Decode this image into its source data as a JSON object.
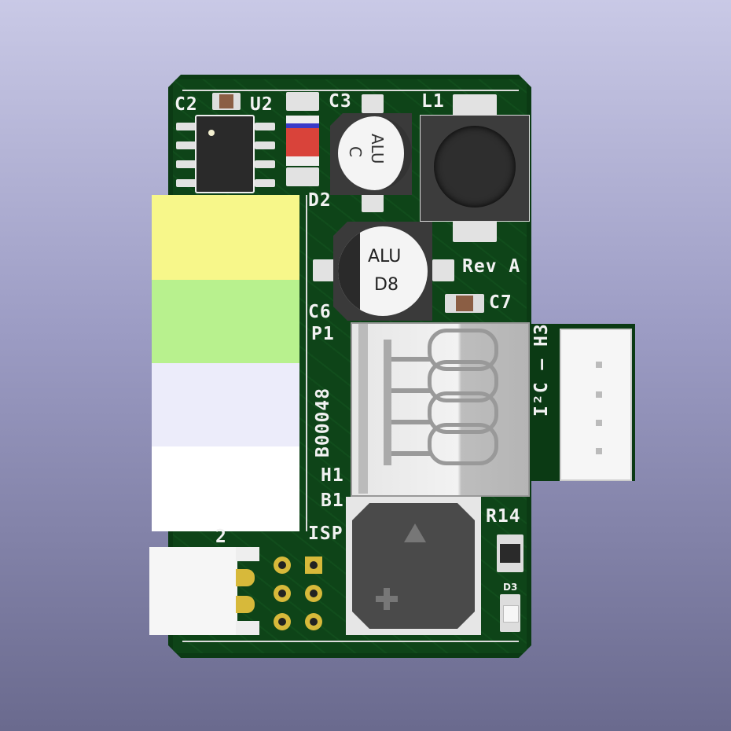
{
  "board": {
    "colors": {
      "solder_mask": "#0b3a14",
      "silkscreen": "#f2f2f2",
      "pad": "#e2e2e2",
      "gold": "#d7b93a",
      "terminal_yellow": "#f7f78a",
      "terminal_green": "#b8f18e",
      "terminal_lavender": "#ececfa",
      "terminal_white": "#ffffff"
    },
    "labels": {
      "c2": "C2",
      "u2": "U2",
      "c3": "C3",
      "l1": "L1",
      "d2": "D2",
      "c6": "C6",
      "p1": "P1",
      "c7": "C7",
      "rev": "Rev A",
      "h3": "I²C — H3",
      "b00048": "B00048",
      "h1": "H1",
      "b1": "B1",
      "r14": "R14",
      "isp": "ISP",
      "d3": "D3",
      "two": "2",
      "alu_c3": "ALU",
      "c_c3": "C",
      "alu_d8": "ALU",
      "d8": "D8"
    },
    "icons": {
      "buzzer_top": "triangle-icon",
      "buzzer_bottom": "plus-icon"
    }
  }
}
